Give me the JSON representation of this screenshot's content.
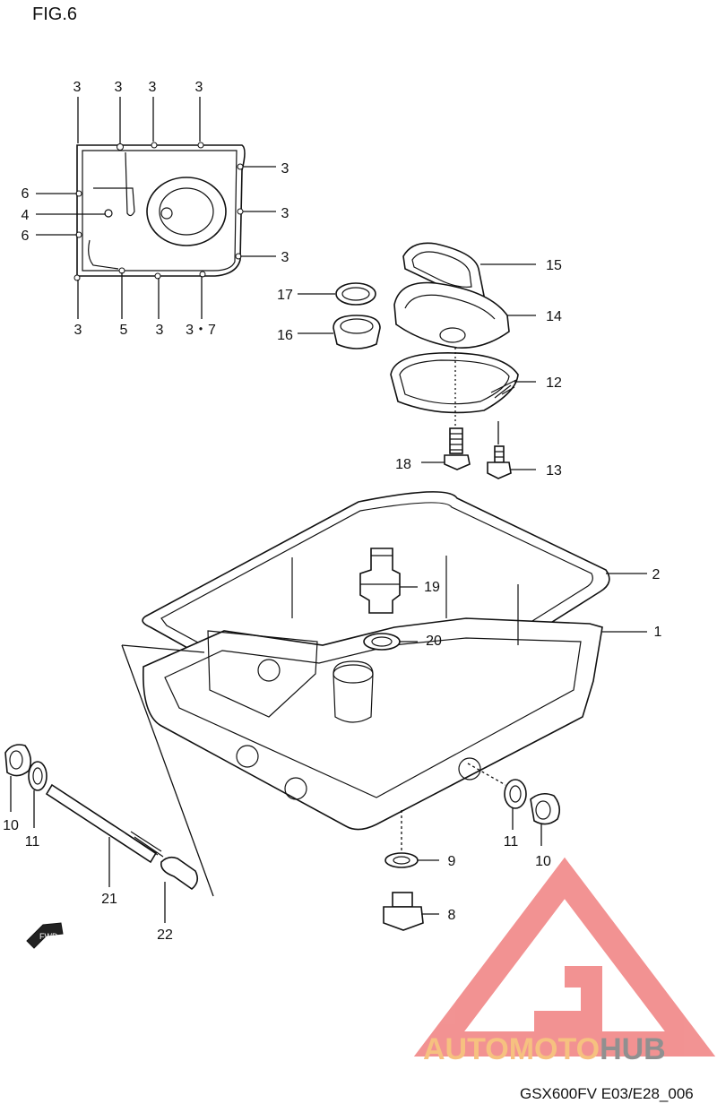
{
  "figure_label": "FIG.6",
  "footer_code": "GSX600FV E03/E28_006",
  "fwd_label": "FWD",
  "watermark": {
    "prefix": "AUTOMOTO",
    "suffix": "HUB",
    "color_triangle": "#f08080",
    "color_prefix": "#f5b76a",
    "color_suffix": "#7d7d7d"
  },
  "callouts": [
    "3",
    "3",
    "3",
    "3",
    "3",
    "3",
    "3",
    "6",
    "4",
    "6",
    "3",
    "5",
    "3",
    "3・7",
    "17",
    "16",
    "15",
    "14",
    "12",
    "18",
    "13",
    "2",
    "19",
    "1",
    "20",
    "10",
    "11",
    "11",
    "10",
    "9",
    "8",
    "21",
    "22"
  ]
}
